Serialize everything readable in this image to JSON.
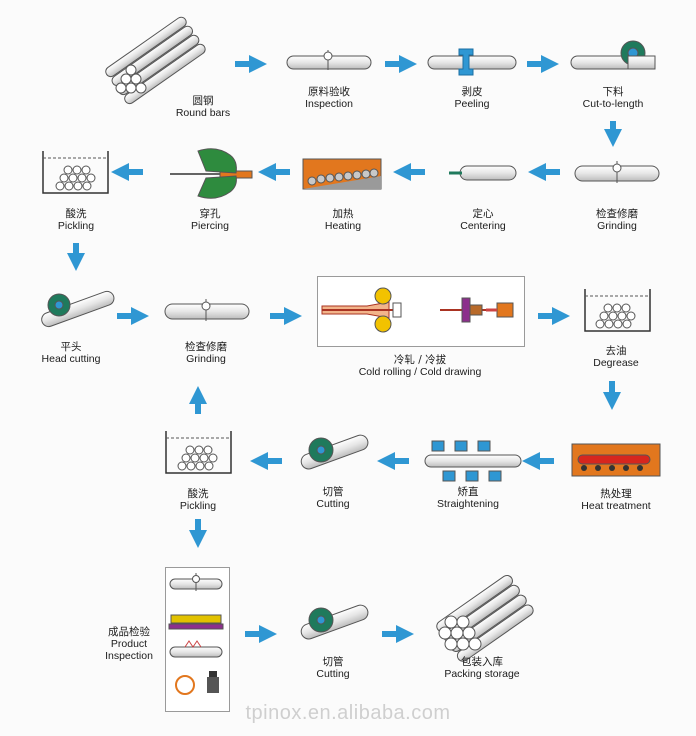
{
  "steps": {
    "round_bars": {
      "zh": "圆钢",
      "en": "Round bars"
    },
    "inspection": {
      "zh": "原料验收",
      "en": "Inspection"
    },
    "peeling": {
      "zh": "剥皮",
      "en": "Peeling"
    },
    "cut_to_length": {
      "zh": "下料",
      "en": "Cut-to-length"
    },
    "grinding_1": {
      "zh": "检查修磨",
      "en": "Grinding"
    },
    "centering": {
      "zh": "定心",
      "en": "Centering"
    },
    "heating": {
      "zh": "加热",
      "en": "Heating"
    },
    "piercing": {
      "zh": "穿孔",
      "en": "Piercing"
    },
    "pickling_1": {
      "zh": "酸洗",
      "en": "Pickling"
    },
    "head_cutting": {
      "zh": "平头",
      "en": "Head cutting"
    },
    "grinding_2": {
      "zh": "检查修磨",
      "en": "Grinding"
    },
    "cold_rolling": {
      "zh": "冷轧 / 冷拔",
      "en": "Cold rolling / Cold drawing"
    },
    "degrease": {
      "zh": "去油",
      "en": "Degrease"
    },
    "heat_treatment": {
      "zh": "热处理",
      "en": "Heat treatment"
    },
    "straightening": {
      "zh": "矫直",
      "en": "Straightening"
    },
    "cutting_1": {
      "zh": "切管",
      "en": "Cutting"
    },
    "pickling_2": {
      "zh": "酸洗",
      "en": "Pickling"
    },
    "product_inspection": {
      "zh": "成品检验",
      "en1": "Product",
      "en2": "Inspection"
    },
    "cutting_2": {
      "zh": "切管",
      "en": "Cutting"
    },
    "packing_storage": {
      "zh": "包装入库",
      "en": "Packing storage"
    }
  },
  "watermark": "tpinox.en.alibaba.com",
  "colors": {
    "arrow": "#2f97d3",
    "pipe": "#e9e9e9",
    "outline": "#555555",
    "disc": "#1f7a5c",
    "heat": "#e2771e",
    "heat_red": "#d7261e"
  }
}
